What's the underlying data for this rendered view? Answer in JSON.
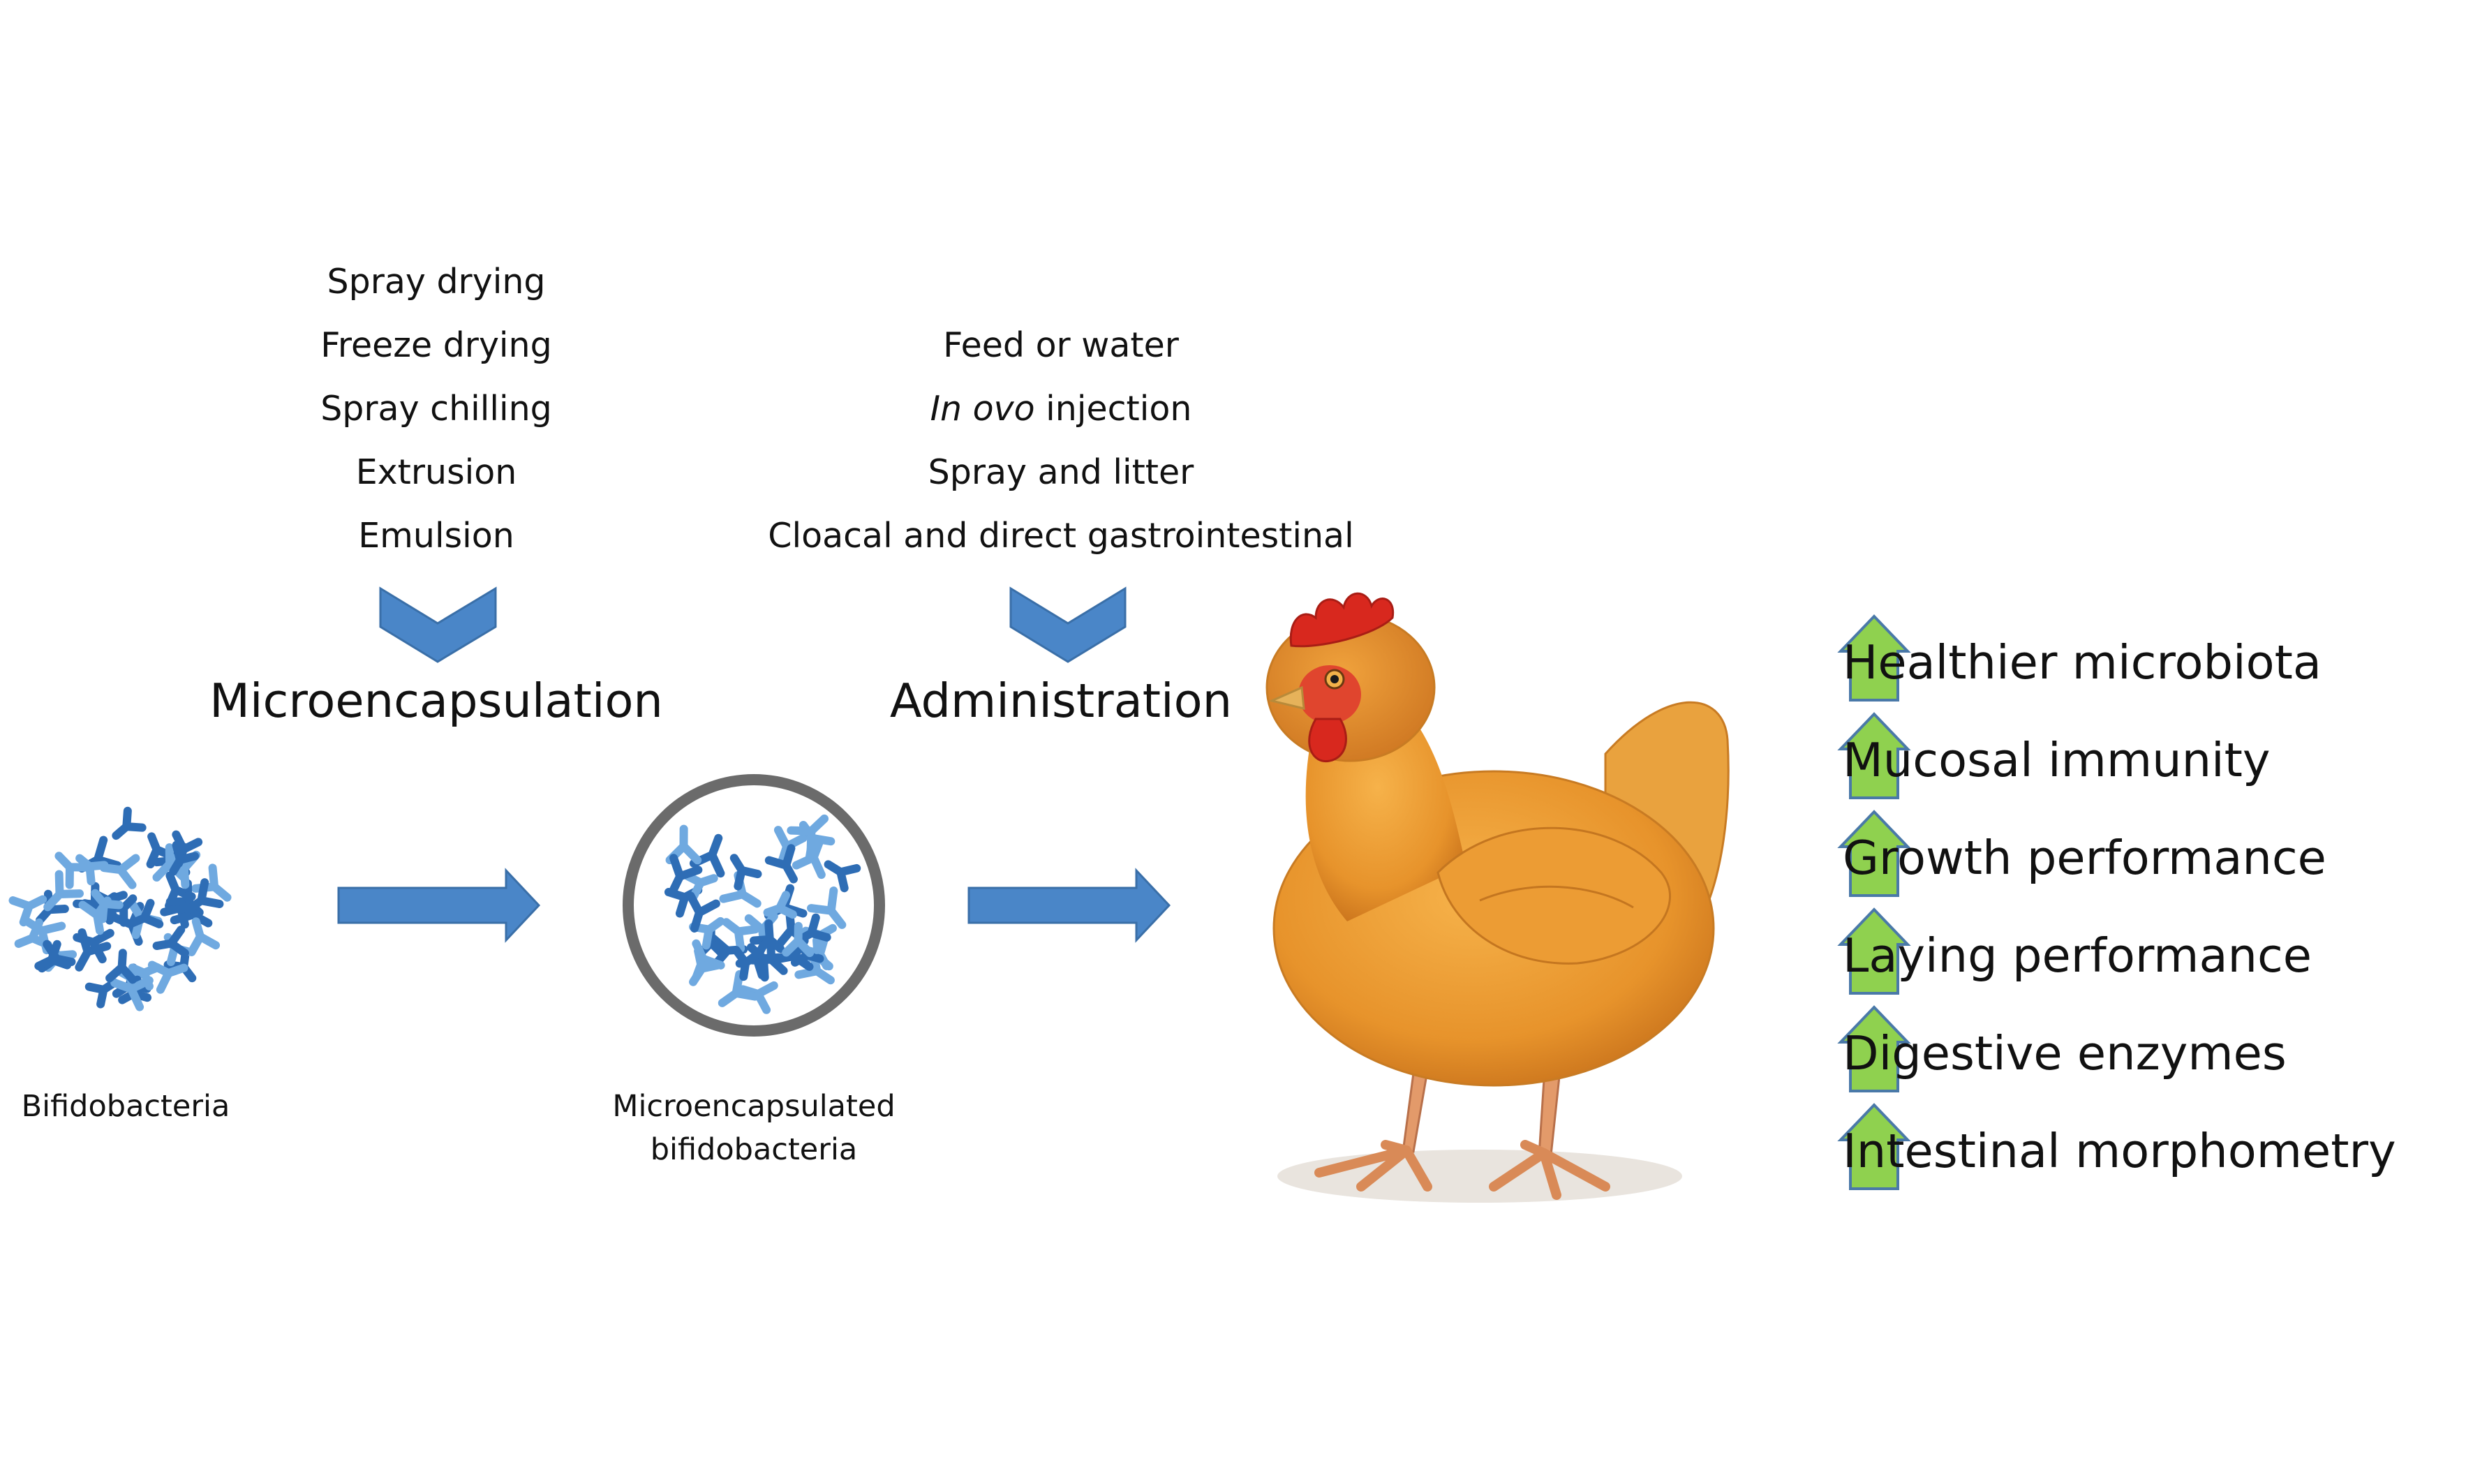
{
  "encapsulation": {
    "methods": [
      "Spray drying",
      "Freeze drying",
      "Spray chilling",
      "Extrusion",
      "Emulsion"
    ],
    "heading": "Microencapsulation"
  },
  "administration": {
    "methods": [
      "Feed or water",
      "In ovo",
      " injection",
      "Spray and litter",
      "Cloacal and direct gastrointestinal"
    ],
    "heading": "Administration"
  },
  "labels": {
    "bifidobacteria": "Bifidobacteria",
    "microencapsulated_line1": "Microencapsulated",
    "microencapsulated_line2": "bifidobacteria"
  },
  "benefits": [
    "Healthier microbiota",
    "Mucosal immunity",
    "Growth performance",
    "Laying performance",
    "Digestive enzymes",
    "Intestinal morphometry"
  ],
  "icons": {
    "chevron": "chevron-down-icon",
    "flow_arrow": "arrow-right-icon",
    "increase": "arrow-up-icon",
    "bacteria": "bacteria-cluster-icon",
    "capsule": "microcapsule-icon",
    "hen": "hen-illustration"
  },
  "colors": {
    "chevron_fill": "#4a86c8",
    "flow_arrow_fill": "#4a86c8",
    "up_arrow_fill": "#8fd14f",
    "up_arrow_stroke": "#4a79a8",
    "bacteria_dark": "#2e6db5",
    "bacteria_light": "#6fa9e0",
    "capsule_ring": "#6b6b6b"
  }
}
